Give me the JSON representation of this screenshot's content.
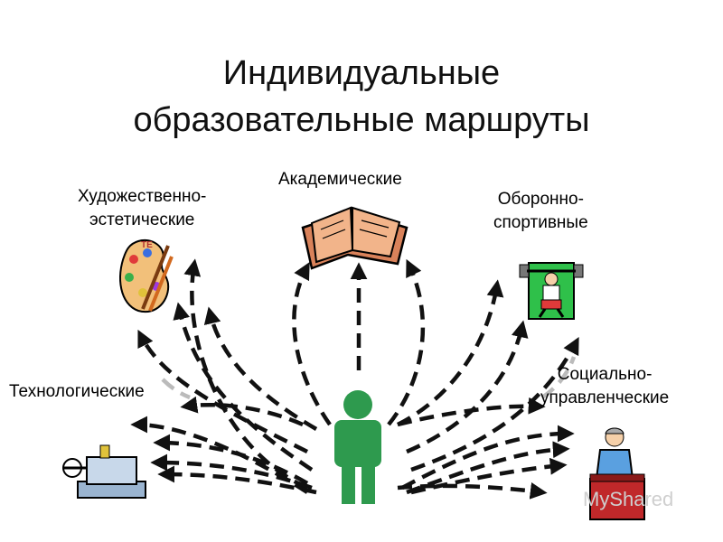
{
  "title": {
    "line1": "Индивидуальные",
    "line2": "образовательные маршруты"
  },
  "routes": [
    {
      "id": "artistic",
      "lines": [
        "Художественно-",
        "эстетические"
      ],
      "icon": "palette-icon"
    },
    {
      "id": "academic",
      "lines": [
        "Академические"
      ],
      "icon": "book-icon"
    },
    {
      "id": "defense",
      "lines": [
        "Оборонно-",
        "спортивные"
      ],
      "icon": "weightlifter-icon"
    },
    {
      "id": "technological",
      "lines": [
        "Технологические"
      ],
      "icon": "vise-icon"
    },
    {
      "id": "social",
      "lines": [
        "Социально-",
        "управленческие"
      ],
      "icon": "speaker-podium-icon"
    }
  ],
  "center": {
    "icon": "person-icon",
    "color": "#2e9a4e"
  },
  "watermark": "MyShared",
  "colors": {
    "arrow": "#111111",
    "arrow_faded": "#bbbbbb",
    "person": "#2e9a4e"
  }
}
